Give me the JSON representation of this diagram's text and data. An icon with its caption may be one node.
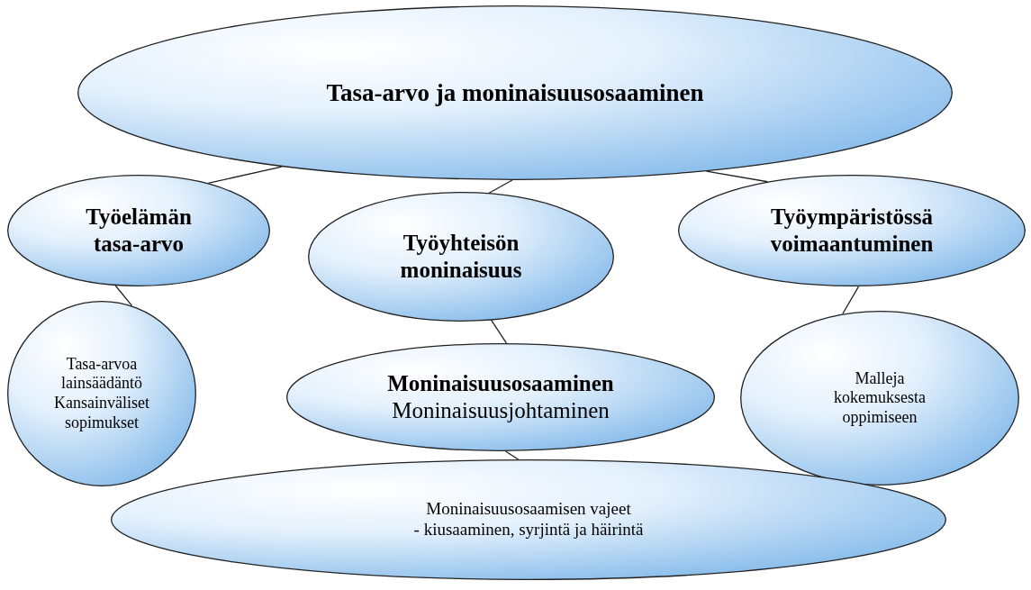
{
  "diagram": {
    "nodes": [
      {
        "text": [
          "Tasa-arvo ja moninaisuusosaaminen"
        ]
      },
      {
        "text": [
          "Työelämän tasa-arvo"
        ]
      },
      {
        "text": [
          "Työyhteisön moninaisuus"
        ]
      },
      {
        "text": [
          "Työympäristössä voimaantuminen"
        ]
      },
      {
        "text": [
          "Tasa-arvoa lainsäädäntö",
          "Kansainväliset sopimukset"
        ]
      },
      {
        "text": [
          "Moninaisuusosaaminen",
          "Moninaisuusjohtaminen"
        ]
      },
      {
        "text": [
          "Malleja kokemuksesta oppimiseen"
        ]
      },
      {
        "text": [
          "Moninaisuusosaamisen vajeet",
          "- kiusaaminen, syrjintä ja häirintä"
        ]
      }
    ],
    "edges": [
      {
        "from": 0,
        "to": 1,
        "arrow": "none"
      },
      {
        "from": 0,
        "to": 2,
        "arrow": "none"
      },
      {
        "from": 0,
        "to": 3,
        "arrow": "none"
      },
      {
        "from": 1,
        "to": 4,
        "arrow": "none"
      },
      {
        "from": 2,
        "to": 5,
        "arrow": "none"
      },
      {
        "from": 3,
        "to": 6,
        "arrow": "none"
      },
      {
        "from": 5,
        "to": 7,
        "arrow": "none"
      }
    ]
  }
}
